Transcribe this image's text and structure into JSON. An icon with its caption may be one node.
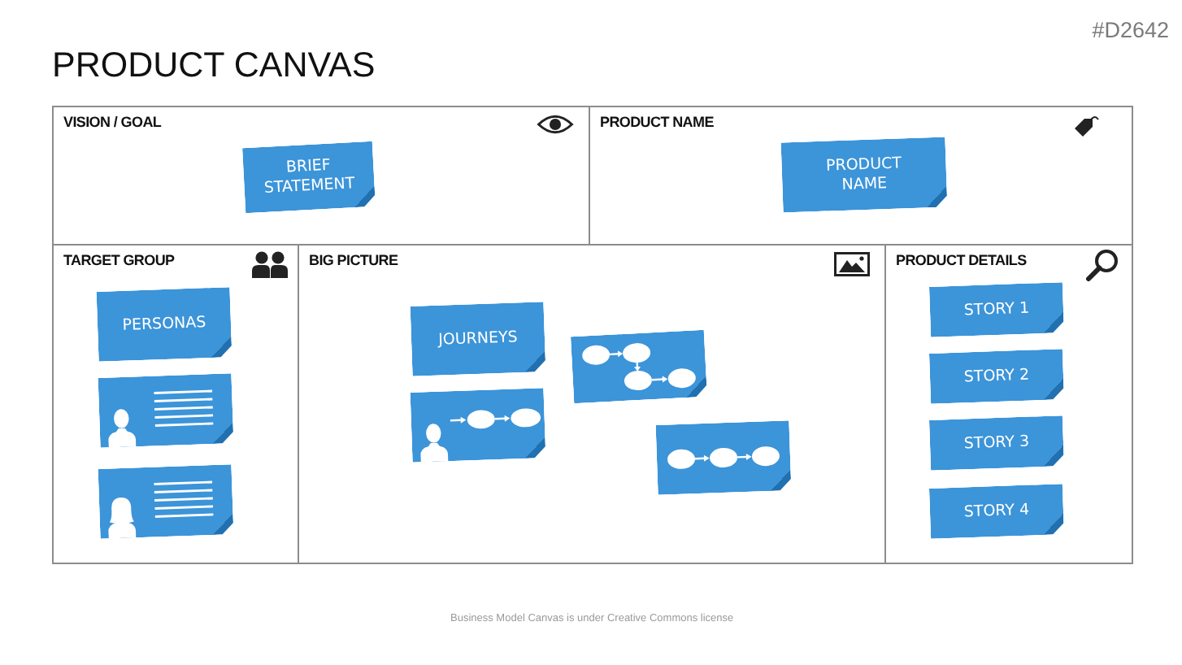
{
  "diagram": {
    "title": "PRODUCT CANVAS",
    "nodes": [
      {
        "text": [
          "VISION / GOAL"
        ]
      },
      {
        "text": [
          "BRIEF STATEMENT"
        ],
        "in": 0
      },
      {
        "text": [
          "PRODUCT NAME"
        ]
      },
      {
        "text": [
          "PRODUCT NAME"
        ],
        "in": 2
      },
      {
        "text": [
          "TARGET GROUP"
        ]
      },
      {
        "text": [
          "PERSONAS"
        ],
        "in": 4
      },
      {
        "text": [],
        "shape": "picture",
        "in": 4
      },
      {
        "text": [],
        "shape": "picture",
        "in": 4
      },
      {
        "text": [
          "BIG PICTURE"
        ]
      },
      {
        "text": [
          "JOURNEYS"
        ],
        "in": 8
      },
      {
        "text": [],
        "shape": "picture",
        "in": 8
      },
      {
        "text": [],
        "shape": "picture",
        "in": 8
      },
      {
        "text": [],
        "shape": "picture",
        "in": 8
      },
      {
        "text": [
          "PRODUCT DETAILS"
        ]
      },
      {
        "text": [
          "STORY 1"
        ],
        "in": 13
      },
      {
        "text": [
          "STORY 2"
        ],
        "in": 13
      },
      {
        "text": [
          "STORY 3"
        ],
        "in": 13
      },
      {
        "text": [
          "STORY 4"
        ],
        "in": 13
      }
    ],
    "labels": [
      "#D2642",
      "Business Model Canvas is under Creative Commons license"
    ]
  }
}
